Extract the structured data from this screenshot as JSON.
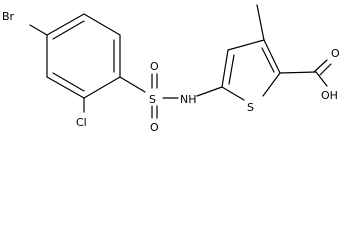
{
  "molecule": {
    "atoms": {
      "br": "Br",
      "cl": "Cl",
      "s_sulfonyl": "S",
      "o_top": "O",
      "o_bottom": "O",
      "nh": "NH",
      "s_ring": "S",
      "oh": "OH",
      "o_carbonyl": "O"
    }
  },
  "colors": {
    "bond": "#000000",
    "text": "#000000",
    "background": "#ffffff"
  }
}
